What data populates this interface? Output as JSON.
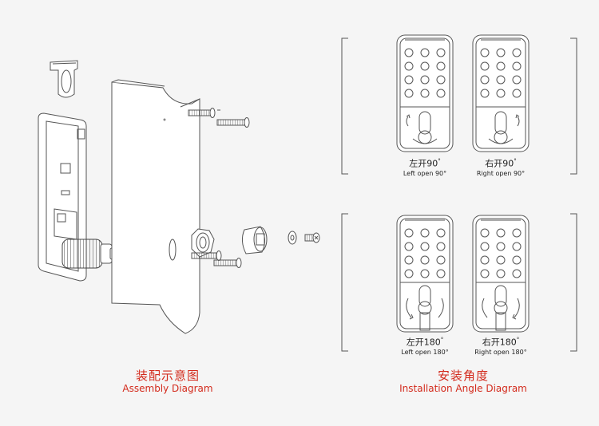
{
  "assembly": {
    "title_cn": "装配示意图",
    "title_en": "Assembly Diagram"
  },
  "installation": {
    "title_cn": "安装角度",
    "title_en": "Installation Angle Diagram",
    "left90": {
      "cn": "左开90",
      "en": "Left open 90",
      "degree": "°"
    },
    "right90": {
      "cn": "右开90",
      "en": "Right open 90",
      "degree": "°"
    },
    "left180": {
      "cn": "左开180",
      "en": "Left open 180",
      "degree": "°"
    },
    "right180": {
      "cn": "右开180",
      "en": "Right open 180",
      "degree": "°"
    }
  },
  "colors": {
    "accent": "#d32a1c",
    "line": "#555555",
    "background": "#f5f5f5"
  }
}
